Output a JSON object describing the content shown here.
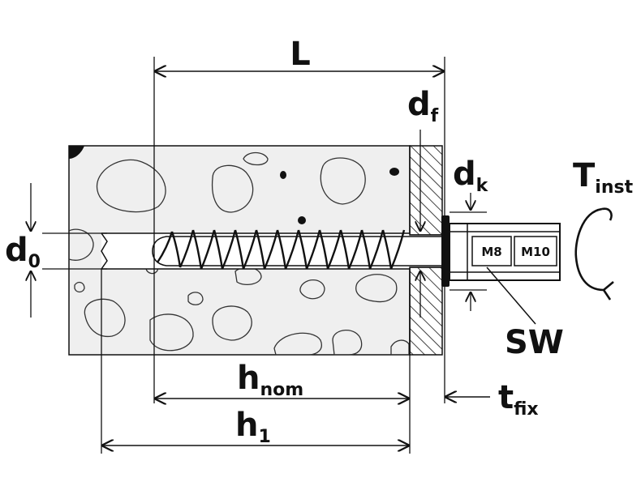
{
  "labels": {
    "L": "L",
    "d_f_main": "d",
    "d_f_sub": "f",
    "d_k_main": "d",
    "d_k_sub": "k",
    "T_inst_main": "T",
    "T_inst_sub": "inst",
    "d_0_main": "d",
    "d_0_sub": "0",
    "SW": "SW",
    "h_nom_main": "h",
    "h_nom_sub": "nom",
    "h_1_main": "h",
    "h_1_sub": "1",
    "t_fix_main": "t",
    "t_fix_sub": "fix",
    "m8": "M8",
    "m10": "M10"
  },
  "colors": {
    "stroke": "#111111",
    "concrete": "#efefef",
    "background": "#ffffff"
  }
}
